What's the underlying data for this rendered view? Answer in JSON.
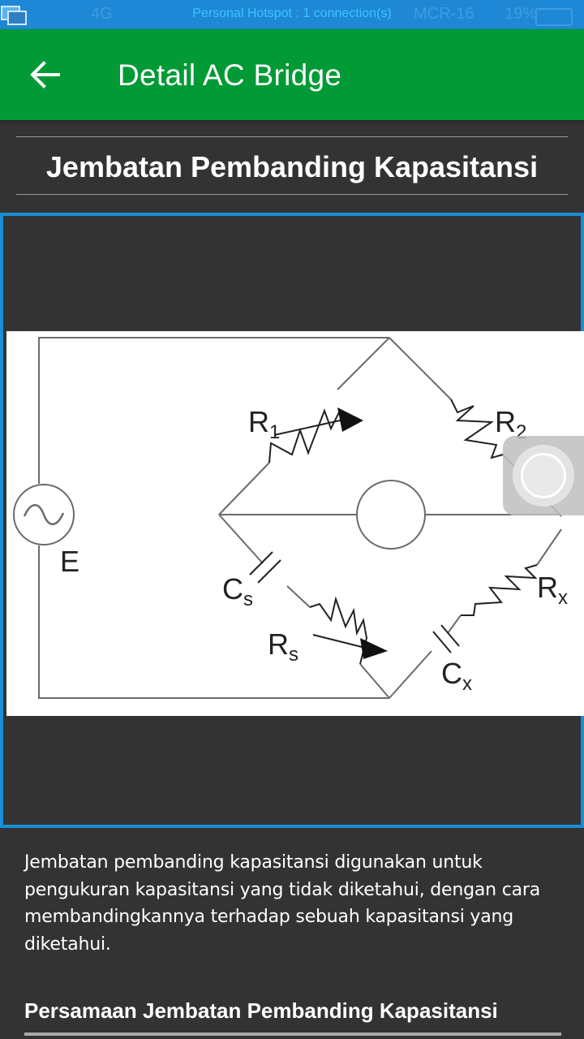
{
  "status_bar": {
    "signal": "4G",
    "hotspot_text": "Personal Hotspot : 1 connection(s)",
    "carrier": "MCR-16",
    "battery": "19%"
  },
  "app_bar": {
    "title": "Detail AC Bridge",
    "back_icon": "arrow-left-icon"
  },
  "section": {
    "title": "Jembatan Pembanding Kapasitansi"
  },
  "figure": {
    "labels": {
      "r1": "R1",
      "r2": "R2",
      "rx": "Rx",
      "rs": "Rs",
      "cs": "Cs",
      "cx": "Cx",
      "e": "E"
    }
  },
  "description": "Jembatan pembanding kapasitansi digunakan untuk pengukuran kapasitansi yang tidak diketahui, dengan cara membandingkannya terhadap sebuah kapasitansi yang diketahui.",
  "equation_heading": "Persamaan Jembatan Pembanding Kapasitansi",
  "colors": {
    "app_bar": "#029a36",
    "status_bar": "#1e88d6",
    "background": "#333333",
    "figure_border": "#1a8ed6"
  }
}
